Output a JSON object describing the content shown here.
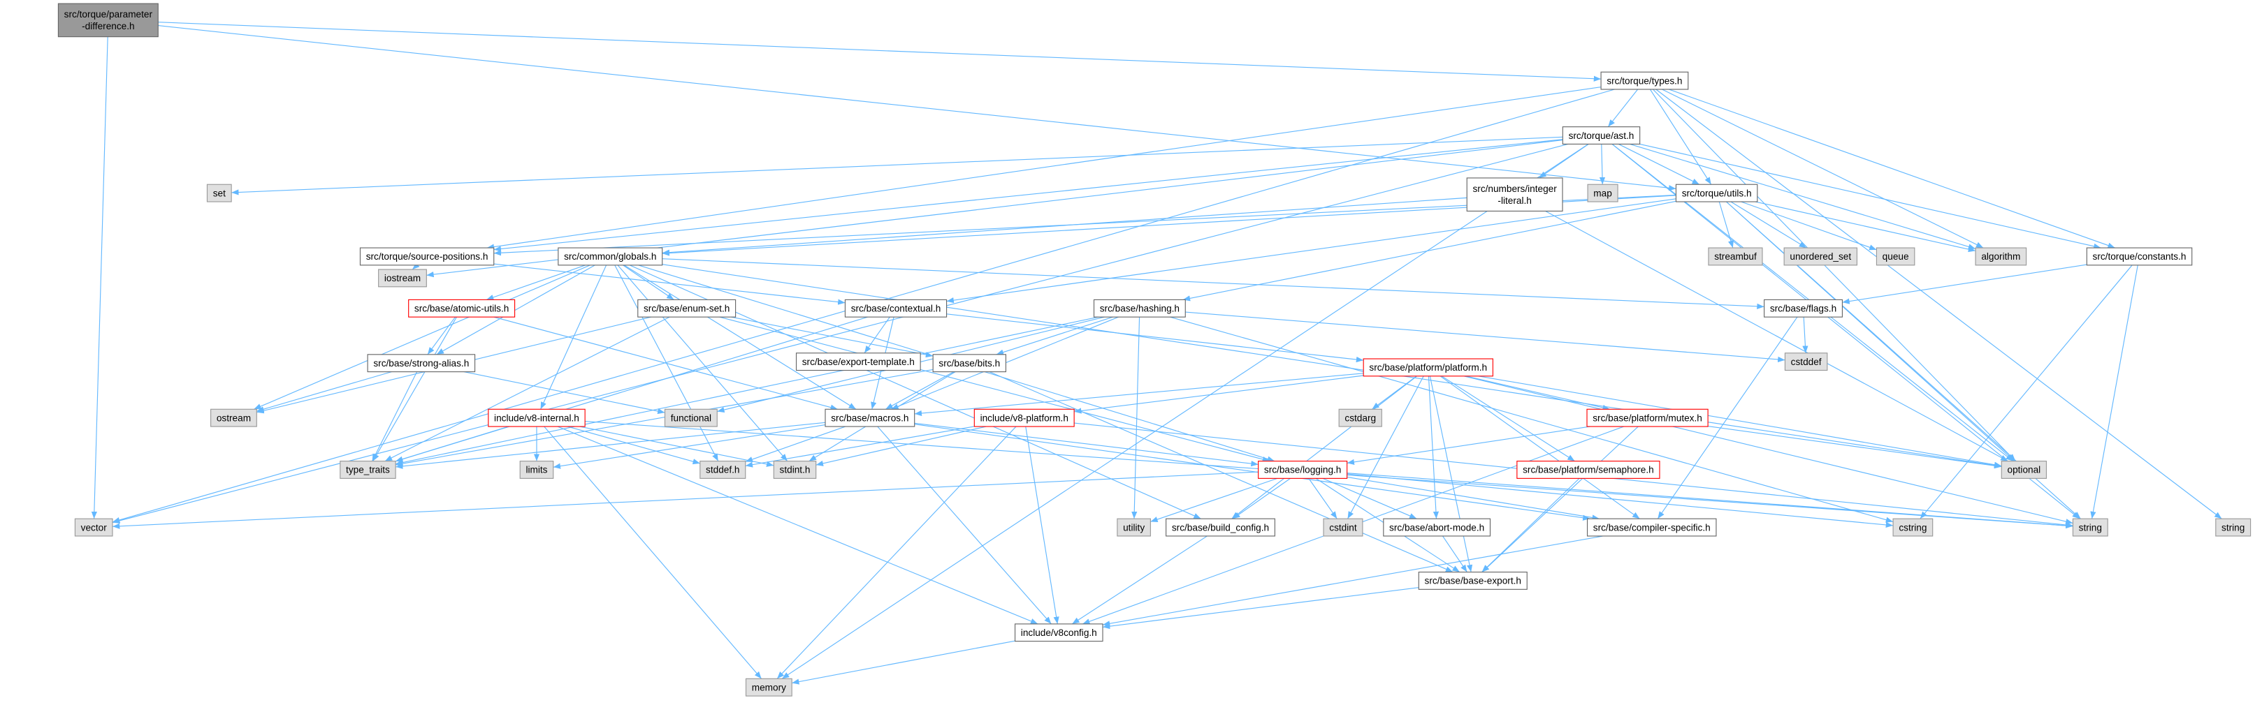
{
  "colors": {
    "edge": "#63b8ff",
    "text": "#000000",
    "background": "#ffffff"
  },
  "graph": {
    "nodes": [
      {
        "label": [
          "src/torque/parameter",
          "-difference.h"
        ],
        "fill": "#999999",
        "stroke": "#666666"
      },
      {
        "label": [
          "src/torque/types.h"
        ],
        "fill": "#ffffff",
        "stroke": "#666666"
      },
      {
        "label": [
          "src/torque/ast.h"
        ],
        "fill": "#ffffff",
        "stroke": "#666666"
      },
      {
        "label": [
          "set"
        ],
        "fill": "#e0e0e0",
        "stroke": "#999999"
      },
      {
        "label": [
          "map"
        ],
        "fill": "#e0e0e0",
        "stroke": "#999999"
      },
      {
        "label": [
          "src/numbers/integer",
          "-literal.h"
        ],
        "fill": "#ffffff",
        "stroke": "#666666"
      },
      {
        "label": [
          "src/torque/utils.h"
        ],
        "fill": "#ffffff",
        "stroke": "#666666"
      },
      {
        "label": [
          "src/torque/source-positions.h"
        ],
        "fill": "#ffffff",
        "stroke": "#666666"
      },
      {
        "label": [
          "src/common/globals.h"
        ],
        "fill": "#ffffff",
        "stroke": "#666666"
      },
      {
        "label": [
          "streambuf"
        ],
        "fill": "#e0e0e0",
        "stroke": "#999999"
      },
      {
        "label": [
          "unordered_set"
        ],
        "fill": "#e0e0e0",
        "stroke": "#999999"
      },
      {
        "label": [
          "queue"
        ],
        "fill": "#e0e0e0",
        "stroke": "#999999"
      },
      {
        "label": [
          "algorithm"
        ],
        "fill": "#e0e0e0",
        "stroke": "#999999"
      },
      {
        "label": [
          "src/torque/constants.h"
        ],
        "fill": "#ffffff",
        "stroke": "#666666"
      },
      {
        "label": [
          "iostream"
        ],
        "fill": "#e0e0e0",
        "stroke": "#999999"
      },
      {
        "label": [
          "src/base/atomic-utils.h"
        ],
        "fill": "#ffffff",
        "stroke": "#ff0000"
      },
      {
        "label": [
          "src/base/enum-set.h"
        ],
        "fill": "#ffffff",
        "stroke": "#666666"
      },
      {
        "label": [
          "src/base/contextual.h"
        ],
        "fill": "#ffffff",
        "stroke": "#666666"
      },
      {
        "label": [
          "src/base/hashing.h"
        ],
        "fill": "#ffffff",
        "stroke": "#666666"
      },
      {
        "label": [
          "src/base/flags.h"
        ],
        "fill": "#ffffff",
        "stroke": "#666666"
      },
      {
        "label": [
          "cstddef"
        ],
        "fill": "#e0e0e0",
        "stroke": "#999999"
      },
      {
        "label": [
          "src/base/strong-alias.h"
        ],
        "fill": "#ffffff",
        "stroke": "#666666"
      },
      {
        "label": [
          "src/base/export-template.h"
        ],
        "fill": "#ffffff",
        "stroke": "#666666"
      },
      {
        "label": [
          "src/base/bits.h"
        ],
        "fill": "#ffffff",
        "stroke": "#666666"
      },
      {
        "label": [
          "src/base/platform/platform.h"
        ],
        "fill": "#ffffff",
        "stroke": "#ff0000"
      },
      {
        "label": [
          "ostream"
        ],
        "fill": "#e0e0e0",
        "stroke": "#999999"
      },
      {
        "label": [
          "functional"
        ],
        "fill": "#e0e0e0",
        "stroke": "#999999"
      },
      {
        "label": [
          "src/base/macros.h"
        ],
        "fill": "#ffffff",
        "stroke": "#666666"
      },
      {
        "label": [
          "cstdarg"
        ],
        "fill": "#e0e0e0",
        "stroke": "#999999"
      },
      {
        "label": [
          "src/base/platform/mutex.h"
        ],
        "fill": "#ffffff",
        "stroke": "#ff0000"
      },
      {
        "label": [
          "include/v8-internal.h"
        ],
        "fill": "#ffffff",
        "stroke": "#ff0000"
      },
      {
        "label": [
          "include/v8-platform.h"
        ],
        "fill": "#ffffff",
        "stroke": "#ff0000"
      },
      {
        "label": [
          "type_traits"
        ],
        "fill": "#e0e0e0",
        "stroke": "#999999"
      },
      {
        "label": [
          "limits"
        ],
        "fill": "#e0e0e0",
        "stroke": "#999999"
      },
      {
        "label": [
          "stddef.h"
        ],
        "fill": "#e0e0e0",
        "stroke": "#999999"
      },
      {
        "label": [
          "stdint.h"
        ],
        "fill": "#e0e0e0",
        "stroke": "#999999"
      },
      {
        "label": [
          "src/base/logging.h"
        ],
        "fill": "#ffffff",
        "stroke": "#ff0000"
      },
      {
        "label": [
          "src/base/platform/semaphore.h"
        ],
        "fill": "#ffffff",
        "stroke": "#ff0000"
      },
      {
        "label": [
          "optional"
        ],
        "fill": "#e0e0e0",
        "stroke": "#999999"
      },
      {
        "label": [
          "vector"
        ],
        "fill": "#e0e0e0",
        "stroke": "#999999"
      },
      {
        "label": [
          "utility"
        ],
        "fill": "#e0e0e0",
        "stroke": "#999999"
      },
      {
        "label": [
          "src/base/build_config.h"
        ],
        "fill": "#ffffff",
        "stroke": "#666666"
      },
      {
        "label": [
          "cstdint"
        ],
        "fill": "#e0e0e0",
        "stroke": "#999999"
      },
      {
        "label": [
          "src/base/abort-mode.h"
        ],
        "fill": "#ffffff",
        "stroke": "#666666"
      },
      {
        "label": [
          "src/base/compiler-specific.h"
        ],
        "fill": "#ffffff",
        "stroke": "#666666"
      },
      {
        "label": [
          "cstring"
        ],
        "fill": "#e0e0e0",
        "stroke": "#999999"
      },
      {
        "label": [
          "string"
        ],
        "fill": "#e0e0e0",
        "stroke": "#999999"
      },
      {
        "label": [
          "string"
        ],
        "fill": "#e0e0e0",
        "stroke": "#999999"
      },
      {
        "label": [
          "src/base/base-export.h"
        ],
        "fill": "#ffffff",
        "stroke": "#666666"
      },
      {
        "label": [
          "include/v8config.h"
        ],
        "fill": "#ffffff",
        "stroke": "#666666"
      },
      {
        "label": [
          "memory"
        ],
        "fill": "#e0e0e0",
        "stroke": "#999999"
      }
    ],
    "edges": [
      [
        0,
        1
      ],
      [
        0,
        39
      ],
      [
        0,
        6
      ],
      [
        1,
        2
      ],
      [
        1,
        6
      ],
      [
        1,
        13
      ],
      [
        1,
        12
      ],
      [
        1,
        38
      ],
      [
        1,
        47
      ],
      [
        1,
        7
      ],
      [
        1,
        39
      ],
      [
        2,
        3
      ],
      [
        2,
        4
      ],
      [
        2,
        5
      ],
      [
        2,
        6
      ],
      [
        2,
        7
      ],
      [
        2,
        12
      ],
      [
        2,
        38
      ],
      [
        2,
        46
      ],
      [
        2,
        13
      ],
      [
        2,
        50
      ],
      [
        2,
        39
      ],
      [
        2,
        14
      ],
      [
        5,
        8
      ],
      [
        5,
        38
      ],
      [
        6,
        9
      ],
      [
        6,
        10
      ],
      [
        6,
        11
      ],
      [
        6,
        12
      ],
      [
        6,
        38
      ],
      [
        6,
        46
      ],
      [
        6,
        8
      ],
      [
        6,
        7
      ],
      [
        6,
        17
      ],
      [
        6,
        18
      ],
      [
        7,
        14
      ],
      [
        7,
        17
      ],
      [
        8,
        25
      ],
      [
        8,
        15
      ],
      [
        8,
        16
      ],
      [
        8,
        21
      ],
      [
        8,
        30
      ],
      [
        8,
        27
      ],
      [
        8,
        36
      ],
      [
        8,
        41
      ],
      [
        8,
        34
      ],
      [
        8,
        35
      ],
      [
        8,
        19
      ],
      [
        8,
        38
      ],
      [
        13,
        19
      ],
      [
        13,
        45
      ],
      [
        13,
        46
      ],
      [
        15,
        21
      ],
      [
        15,
        27
      ],
      [
        15,
        32
      ],
      [
        16,
        23
      ],
      [
        16,
        36
      ],
      [
        16,
        32
      ],
      [
        16,
        25
      ],
      [
        17,
        22
      ],
      [
        17,
        24
      ],
      [
        17,
        27
      ],
      [
        17,
        32
      ],
      [
        18,
        23
      ],
      [
        18,
        27
      ],
      [
        18,
        26
      ],
      [
        18,
        32
      ],
      [
        18,
        40
      ],
      [
        18,
        45
      ],
      [
        18,
        20
      ],
      [
        19,
        20
      ],
      [
        19,
        44
      ],
      [
        21,
        26
      ],
      [
        21,
        25
      ],
      [
        21,
        32
      ],
      [
        23,
        27
      ],
      [
        23,
        35
      ],
      [
        23,
        32
      ],
      [
        23,
        48
      ],
      [
        24,
        28
      ],
      [
        24,
        29
      ],
      [
        24,
        37
      ],
      [
        24,
        27
      ],
      [
        24,
        31
      ],
      [
        24,
        43
      ],
      [
        24,
        48
      ],
      [
        24,
        41
      ],
      [
        24,
        44
      ],
      [
        24,
        38
      ],
      [
        24,
        46
      ],
      [
        24,
        42
      ],
      [
        27,
        36
      ],
      [
        27,
        44
      ],
      [
        27,
        49
      ],
      [
        27,
        33
      ],
      [
        27,
        32
      ],
      [
        27,
        34
      ],
      [
        29,
        36
      ],
      [
        29,
        38
      ],
      [
        29,
        48
      ],
      [
        29,
        49
      ],
      [
        30,
        33
      ],
      [
        30,
        34
      ],
      [
        30,
        35
      ],
      [
        30,
        32
      ],
      [
        30,
        50
      ],
      [
        30,
        49
      ],
      [
        30,
        46
      ],
      [
        31,
        34
      ],
      [
        31,
        35
      ],
      [
        31,
        50
      ],
      [
        31,
        49
      ],
      [
        31,
        46
      ],
      [
        36,
        40
      ],
      [
        36,
        39
      ],
      [
        36,
        41
      ],
      [
        36,
        42
      ],
      [
        36,
        43
      ],
      [
        36,
        44
      ],
      [
        36,
        48
      ],
      [
        36,
        46
      ],
      [
        36,
        45
      ],
      [
        37,
        48
      ],
      [
        41,
        49
      ],
      [
        43,
        48
      ],
      [
        44,
        49
      ],
      [
        48,
        49
      ],
      [
        49,
        50
      ]
    ]
  }
}
